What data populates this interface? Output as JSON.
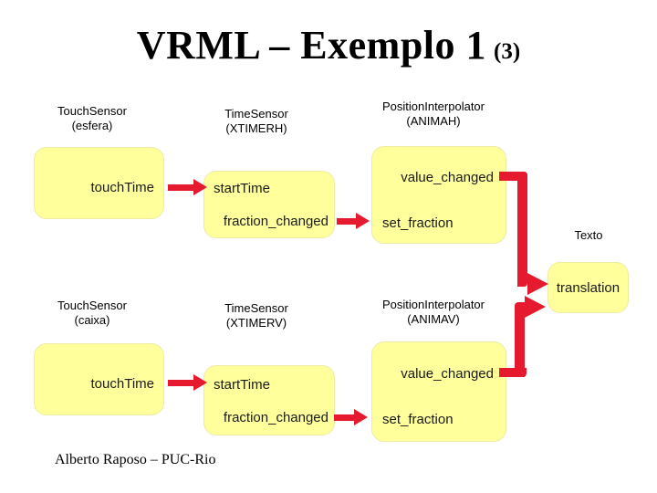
{
  "title": {
    "main": "VRML – Exemplo 1",
    "suffix": "(3)"
  },
  "colors": {
    "background": "#ffffff",
    "box_fill": "#ffff9c",
    "arrow_red": "#e51a2e",
    "text": "#1a1a1a"
  },
  "top_row": {
    "touch_sensor": {
      "label": "TouchSensor",
      "instance": "(esfera)",
      "fields": {
        "touch_time": "touchTime"
      }
    },
    "time_sensor": {
      "label": "TimeSensor",
      "instance": "(XTIMERH)",
      "fields": {
        "start_time": "startTime",
        "fraction_changed": "fraction_changed"
      }
    },
    "interpolator": {
      "label": "PositionInterpolator",
      "instance": "(ANIMAH)",
      "fields": {
        "value_changed": "value_changed",
        "set_fraction": "set_fraction"
      }
    }
  },
  "bottom_row": {
    "touch_sensor": {
      "label": "TouchSensor",
      "instance": "(caixa)",
      "fields": {
        "touch_time": "touchTime"
      }
    },
    "time_sensor": {
      "label": "TimeSensor",
      "instance": "(XTIMERV)",
      "fields": {
        "start_time": "startTime",
        "fraction_changed": "fraction_changed"
      }
    },
    "interpolator": {
      "label": "PositionInterpolator",
      "instance": "(ANIMAV)",
      "fields": {
        "value_changed": "value_changed",
        "set_fraction": "set_fraction"
      }
    }
  },
  "text_node": {
    "label": "Texto",
    "fields": {
      "translation": "translation"
    }
  },
  "footer": {
    "credit": "Alberto Raposo – PUC-Rio"
  }
}
